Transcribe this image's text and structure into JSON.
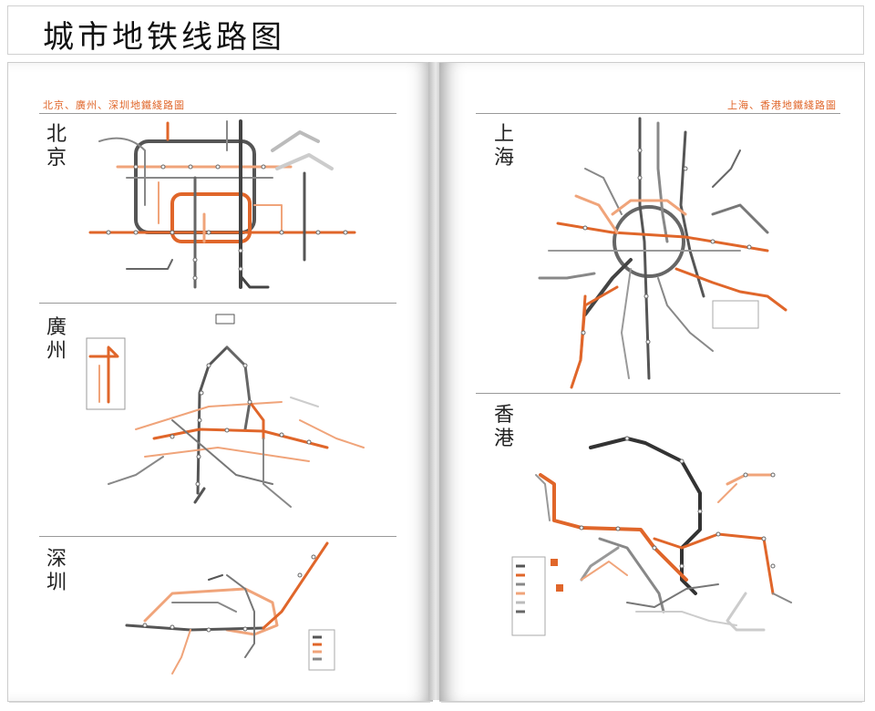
{
  "page_title": "城市地铁线路图",
  "left_page": {
    "header": "北京、廣州、深圳地鐵綫路圖",
    "cities": [
      {
        "name": "北京",
        "chars": [
          "北",
          "京"
        ]
      },
      {
        "name": "廣州",
        "chars": [
          "廣",
          "州"
        ]
      },
      {
        "name": "深圳",
        "chars": [
          "深",
          "圳"
        ]
      }
    ]
  },
  "right_page": {
    "header": "上海、香港地鐵綫路圖",
    "cities": [
      {
        "name": "上海",
        "chars": [
          "上",
          "海"
        ]
      },
      {
        "name": "香港",
        "chars": [
          "香",
          "港"
        ]
      }
    ]
  },
  "colors": {
    "orange": "#e0662a",
    "light_orange": "#f0a47a",
    "dark": "#444444",
    "gray": "#8a8a8a",
    "light_gray": "#bdbdbd"
  }
}
